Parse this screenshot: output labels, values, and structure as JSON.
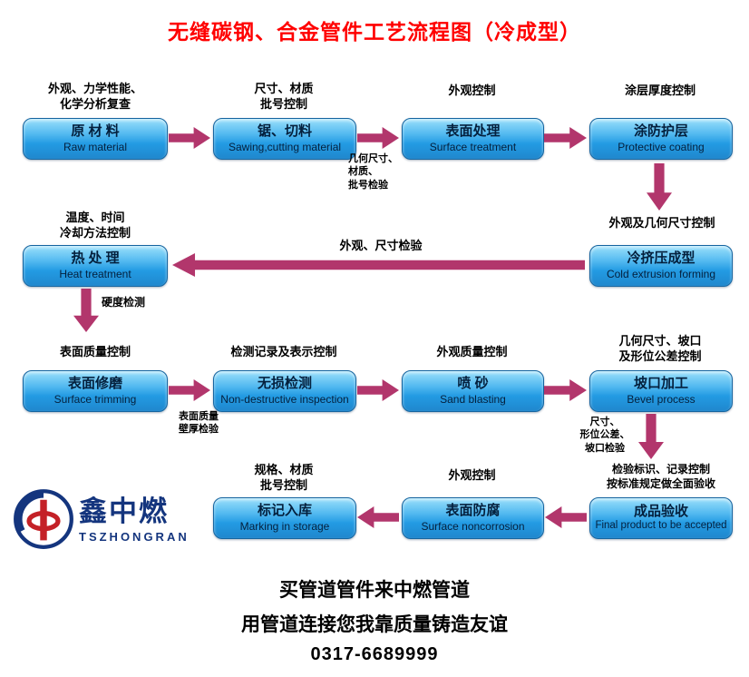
{
  "title": "无缝碳钢、合金管件工艺流程图（冷成型）",
  "colors": {
    "title": "#ff0000",
    "arrow": "#b2366c",
    "box_border": "#1565a0",
    "box_fill_top": "#9be0fb",
    "box_fill_bottom": "#1f87cd",
    "logo_blue": "#14357e",
    "logo_red": "#c42127"
  },
  "boxes": {
    "raw_material": {
      "cn": "原 材 料",
      "en": "Raw material"
    },
    "sawing": {
      "cn": "锯、切料",
      "en": "Sawing,cutting material"
    },
    "surface_treatment": {
      "cn": "表面处理",
      "en": "Surface treatment"
    },
    "protective_coating": {
      "cn": "涂防护层",
      "en": "Protective coating"
    },
    "heat_treatment": {
      "cn": "热 处 理",
      "en": "Heat treatment"
    },
    "cold_extrusion": {
      "cn": "冷挤压成型",
      "en": "Cold extrusion forming"
    },
    "surface_trimming": {
      "cn": "表面修磨",
      "en": "Surface trimming"
    },
    "ndt": {
      "cn": "无损检测",
      "en": "Non-destructive inspection"
    },
    "sand_blasting": {
      "cn": "喷 砂",
      "en": "Sand blasting"
    },
    "bevel_process": {
      "cn": "坡口加工",
      "en": "Bevel process"
    },
    "final_acceptance": {
      "cn": "成品验收",
      "en": "Final product to be accepted"
    },
    "surface_noncorrosion": {
      "cn": "表面防腐",
      "en": "Surface noncorrosion"
    },
    "marking_in_storage": {
      "cn": "标记入库",
      "en": "Marking in storage"
    }
  },
  "annotations": {
    "raw_material_check": "外观、力学性能、\n化学分析复查",
    "sawing_control": "尺寸、材质\n批号控制",
    "surface_treatment_control": "外观控制",
    "coating_thickness_control": "涂层厚度控制",
    "geometry_batch_check": "几何尺寸、\n材质、\n批号检验",
    "appearance_geometry_control": "外观及几何尺寸控制",
    "temperature_cooling_control": "温度、时间\n冷却方法控制",
    "appearance_size_check": "外观、尺寸检验",
    "hardness_check": "硬度检测",
    "surface_quality_control": "表面质量控制",
    "record_indication_control": "检测记录及表示控制",
    "appearance_quality_control": "外观质量控制",
    "bevel_tolerance_control": "几何尺寸、坡口\n及形位公差控制",
    "surface_thickness_check": "表面质量\n壁厚检验",
    "size_tolerance_bevel_check": "尺寸、\n形位公差、\n坡口检验",
    "acceptance_control": "检验标识、记录控制\n按标准规定做全面验收",
    "noncorrosion_control": "外观控制",
    "marking_control": "规格、材质\n批号控制"
  },
  "logo": {
    "name": "鑫中燃",
    "subtitle": "TSZHONGRAN"
  },
  "footer": {
    "line1": "买管道管件来中燃管道",
    "line2": "用管道连接您我靠质量铸造友谊",
    "line3": "0317-6689999"
  }
}
